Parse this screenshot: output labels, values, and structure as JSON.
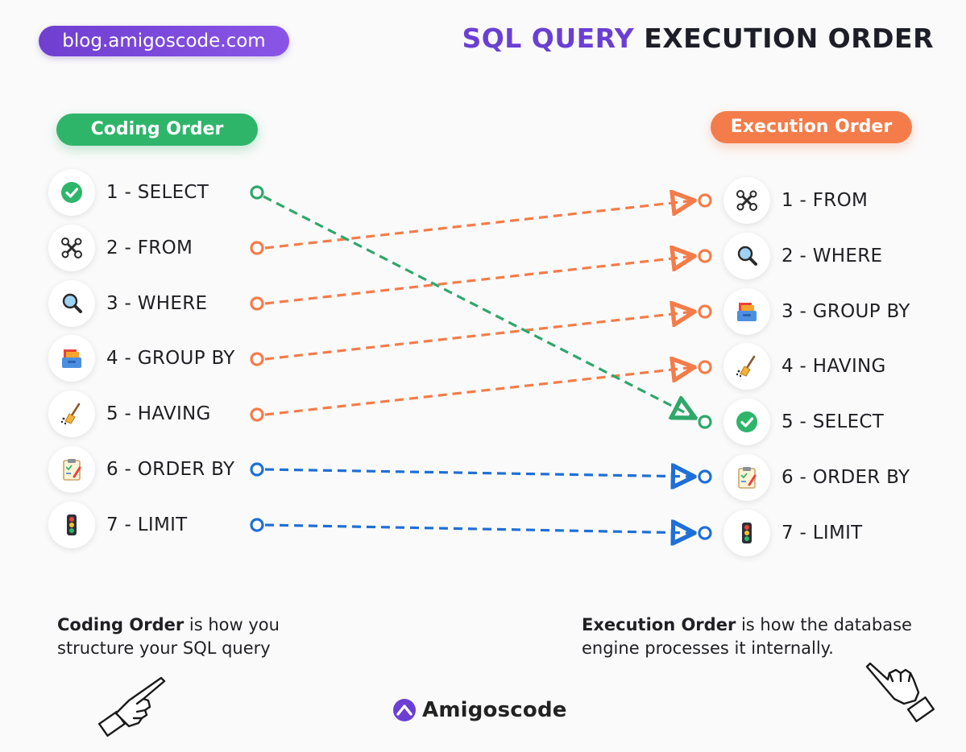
{
  "header": {
    "blog_url": "blog.amigoscode.com",
    "title_highlight": "SQL QUERY",
    "title_rest": "EXECUTION ORDER"
  },
  "coding_order": {
    "label": "Coding Order",
    "items": [
      {
        "label": "1 - SELECT",
        "icon": "check-icon"
      },
      {
        "label": "2 - FROM",
        "icon": "tools-icon"
      },
      {
        "label": "3 - WHERE",
        "icon": "magnifier-icon"
      },
      {
        "label": "4 - GROUP BY",
        "icon": "folders-icon"
      },
      {
        "label": "5 - HAVING",
        "icon": "broom-icon"
      },
      {
        "label": "6 - ORDER BY",
        "icon": "clipboard-icon"
      },
      {
        "label": "7 - LIMIT",
        "icon": "traffic-light-icon"
      }
    ]
  },
  "execution_order": {
    "label": "Execution Order",
    "items": [
      {
        "label": "1 - FROM",
        "icon": "tools-icon"
      },
      {
        "label": "2 - WHERE",
        "icon": "magnifier-icon"
      },
      {
        "label": "3 - GROUP BY",
        "icon": "folders-icon"
      },
      {
        "label": "4 - HAVING",
        "icon": "broom-icon"
      },
      {
        "label": "5 - SELECT",
        "icon": "check-icon"
      },
      {
        "label": "6 - ORDER BY",
        "icon": "clipboard-icon"
      },
      {
        "label": "7 - LIMIT",
        "icon": "traffic-light-icon"
      }
    ]
  },
  "connections": [
    {
      "from": 1,
      "to": 5,
      "color": "#2fa76a"
    },
    {
      "from": 2,
      "to": 1,
      "color": "#f47c4a"
    },
    {
      "from": 3,
      "to": 2,
      "color": "#f47c4a"
    },
    {
      "from": 4,
      "to": 3,
      "color": "#f47c4a"
    },
    {
      "from": 5,
      "to": 4,
      "color": "#f47c4a"
    },
    {
      "from": 6,
      "to": 6,
      "color": "#1f6fd6"
    },
    {
      "from": 7,
      "to": 7,
      "color": "#1f6fd6"
    }
  ],
  "notes": {
    "left_bold": "Coding Order",
    "left_rest": " is how you structure your SQL query",
    "right_bold": "Execution Order",
    "right_rest": " is how the database engine processes it internally."
  },
  "brand": {
    "name": "Amigoscode",
    "logo_icon": "amigoscode-logo-icon",
    "accent": "#6b3fd4"
  },
  "colors": {
    "coding_pill": "#2fb56a",
    "execution_pill": "#f47c4a",
    "title_accent": "#6b3fd4"
  }
}
